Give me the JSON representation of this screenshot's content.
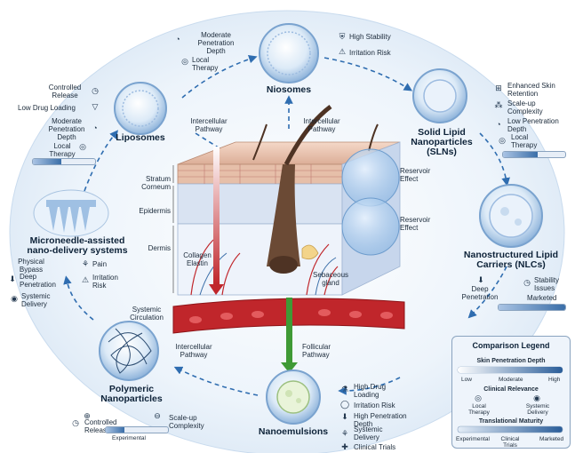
{
  "center": {
    "intercellular_left": "Intercellular\nPathway",
    "intercellular_top": "Intercellular\nPathway",
    "stratum_corneum": "Stratum\nCorneum",
    "epidermis": "Epidermis",
    "dermis": "Dermis",
    "collagen": "Collagen\nElastin",
    "sebaceous": "Sebaceous\ngland",
    "reservoir_1": "Reservoir\nEffect",
    "reservoir_2": "Reservoir\nEffect",
    "systemic_circulation": "Systemic\nCirculation",
    "intercellular_bottom": "Intercellular\nPathway",
    "follicular": "Follicular\nPathway"
  },
  "niosomes": {
    "title": "Niosomes",
    "left_features": [
      "Moderate\nPenetration\nDepth",
      "Local\nTherapy"
    ],
    "right_features": [
      "High Stability",
      "Irritation Risk"
    ]
  },
  "liposomes": {
    "title": "Liposomes",
    "features": [
      "Controlled\nRelease",
      "Low Drug Loading",
      "Moderate\nPenetration\nDepth",
      "Local\nTherapy"
    ],
    "maturity": 0.45
  },
  "slns": {
    "title": "Solid Lipid\nNanoparticles\n(SLNs)",
    "features": [
      "Enhanced Skin\nRetention",
      "Scale-up\nComplexity",
      "Low Penetration\nDepth",
      "Local\nTherapy"
    ],
    "maturity": 0.55
  },
  "nlcs": {
    "title": "Nanostructured Lipid\nCarriers (NLCs)",
    "features": [
      "Deep\nPenetration",
      "Stability\nIssues",
      "Marketed"
    ]
  },
  "microneedle": {
    "title": "Microneedle-assisted\nnano-delivery systems",
    "features": [
      "Physical\nBypass",
      "Pain",
      "Deep\nPenetration",
      "Irritation\nRisk",
      "Systemic\nDelivery"
    ]
  },
  "polymeric": {
    "title": "Polymeric\nNanoparticles",
    "features": [
      "Controlled\nRelease",
      "Scale-up\nComplexity"
    ],
    "maturity_label": "Experimental",
    "maturity": 0.3
  },
  "nanoemulsions": {
    "title": "Nanoemulsions",
    "features": [
      "High Drug\nLoading",
      "Irritation Risk",
      "High Penetration\nDepth",
      "Systemic\nDelivery",
      "Clinical Trials"
    ]
  },
  "legend": {
    "title": "Comparison Legend",
    "depth_title": "Skin Penetration Depth",
    "depth_ticks": [
      "Low",
      "Moderate",
      "High"
    ],
    "relevance_title": "Clinical Relevance",
    "relevance_items": [
      "Local\nTherapy",
      "Systemic\nDelivery"
    ],
    "maturity_title": "Translational Maturity",
    "maturity_ticks": [
      "Experimental",
      "Clinical\nTrials",
      "Marketed"
    ]
  },
  "colors": {
    "accent": "#2f6db0",
    "blood": "#c0262b",
    "follicular": "#3f9a35",
    "skin": "#e9c9b8"
  },
  "icons": [
    "clock-icon",
    "cup-icon",
    "gauge-icon",
    "target-icon",
    "shield-icon",
    "warning-icon",
    "cells-icon",
    "arrow-down-icon",
    "person-icon",
    "globe-icon",
    "flask-icon",
    "plus-icon",
    "minus-icon"
  ]
}
